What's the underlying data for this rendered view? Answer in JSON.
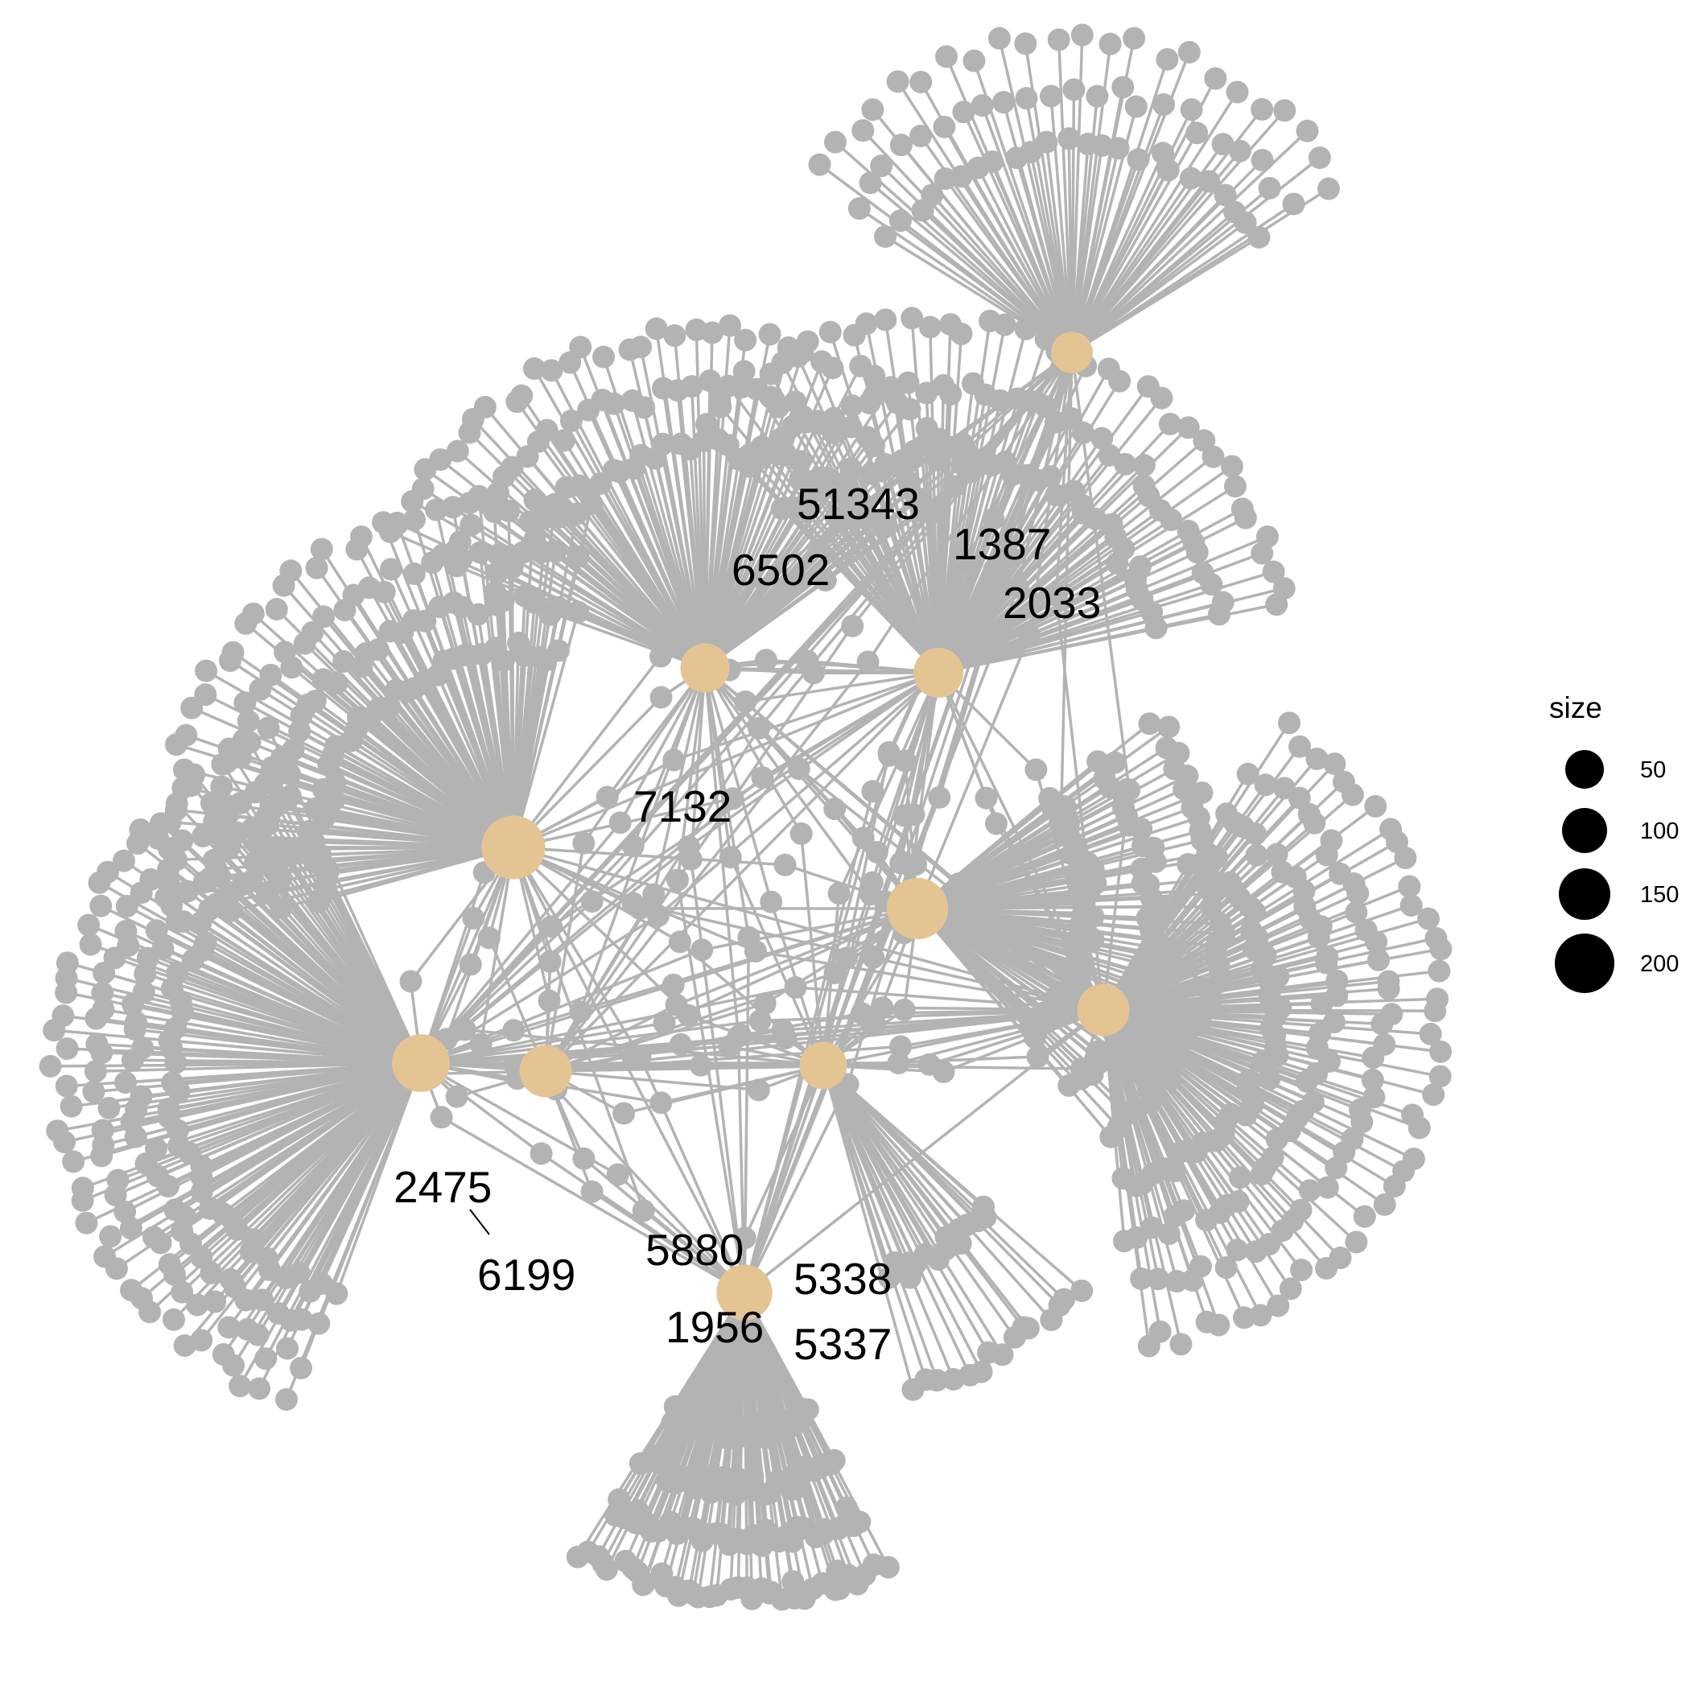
{
  "colors": {
    "edge": "#b3b3b3",
    "leaf": "#b3b3b3",
    "hub": "#e5c494",
    "label": "#000000",
    "legend_dot": "#000000"
  },
  "hubs": [
    {
      "id": "hub-6502",
      "size": 90
    },
    {
      "id": "hub-1387",
      "size": 95
    },
    {
      "id": "hub-top",
      "size": 50
    },
    {
      "id": "hub-left",
      "size": 200
    },
    {
      "id": "hub-center",
      "size": 180
    },
    {
      "id": "hub-right",
      "size": 110
    },
    {
      "id": "hub-farleft",
      "size": 150
    },
    {
      "id": "hub-midleft",
      "size": 110
    },
    {
      "id": "hub-midcenter",
      "size": 80
    },
    {
      "id": "hub-bottom",
      "size": 135
    }
  ],
  "labels": [
    {
      "id": "51343",
      "text": "51343"
    },
    {
      "id": "1387",
      "text": "1387"
    },
    {
      "id": "6502",
      "text": "6502"
    },
    {
      "id": "2033",
      "text": "2033"
    },
    {
      "id": "7132",
      "text": "7132"
    },
    {
      "id": "2475",
      "text": "2475"
    },
    {
      "id": "6199",
      "text": "6199"
    },
    {
      "id": "5880",
      "text": "5880"
    },
    {
      "id": "5338",
      "text": "5338"
    },
    {
      "id": "1956",
      "text": "1956"
    },
    {
      "id": "5337",
      "text": "5337"
    }
  ],
  "legend": {
    "title": "size",
    "entries": [
      {
        "value": 50,
        "label": "50"
      },
      {
        "value": 100,
        "label": "100"
      },
      {
        "value": 150,
        "label": "150"
      },
      {
        "value": 200,
        "label": "200"
      }
    ]
  }
}
